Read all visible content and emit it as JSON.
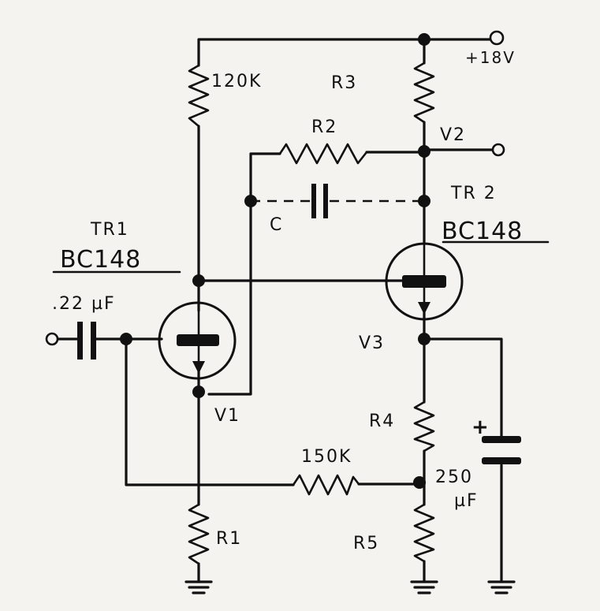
{
  "labels": {
    "r_top_left": "120K",
    "r3": "R3",
    "supply": "+18V",
    "r2": "R2",
    "v2": "V2",
    "tr2": "TR 2",
    "c": "C",
    "tr2_type": "BC148",
    "tr1": "TR1",
    "tr1_type": "BC148",
    "cap_in": ".22 µF",
    "v3": "V3",
    "v1": "V1",
    "r4": "R4",
    "r_feedback": "150K",
    "cap_out_value": "250",
    "cap_out_unit": "µF",
    "cap_out_plus": "+",
    "r1": "R1",
    "r5": "R5"
  }
}
